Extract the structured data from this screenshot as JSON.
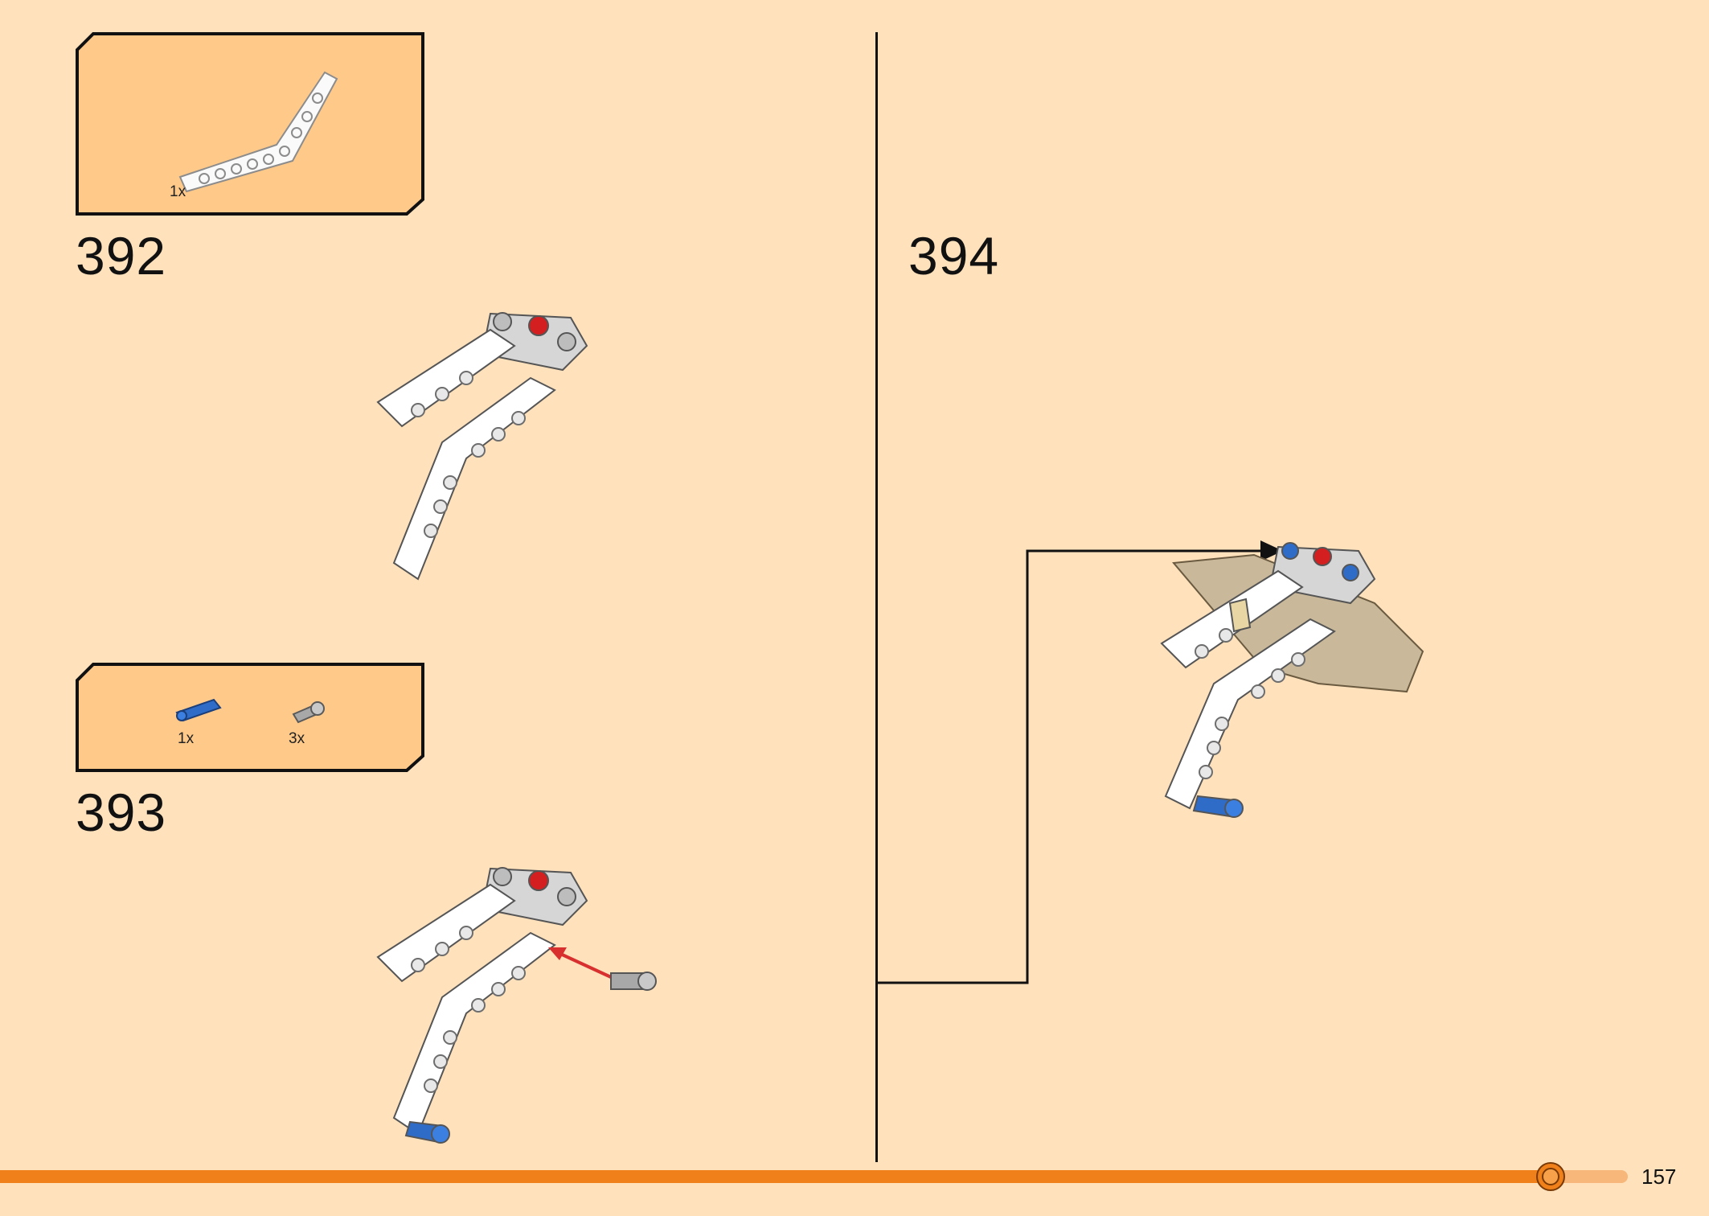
{
  "steps": [
    {
      "number": "392",
      "parts": [
        {
          "qty": "1x",
          "part": "white-bent-beam"
        }
      ]
    },
    {
      "number": "393",
      "parts": [
        {
          "qty": "1x",
          "part": "blue-axle-pin"
        },
        {
          "qty": "3x",
          "part": "gray-pin"
        }
      ]
    },
    {
      "number": "394"
    }
  ],
  "page_number": "157",
  "colors": {
    "background": "#FFE1BC",
    "parts_box": "#FFC98A",
    "footer_bar": "#F08019",
    "footer_bar_light": "#F7B77A",
    "arrow_red": "#D8302E",
    "part_blue": "#2E6CC8",
    "part_tan": "#C9B89A"
  }
}
